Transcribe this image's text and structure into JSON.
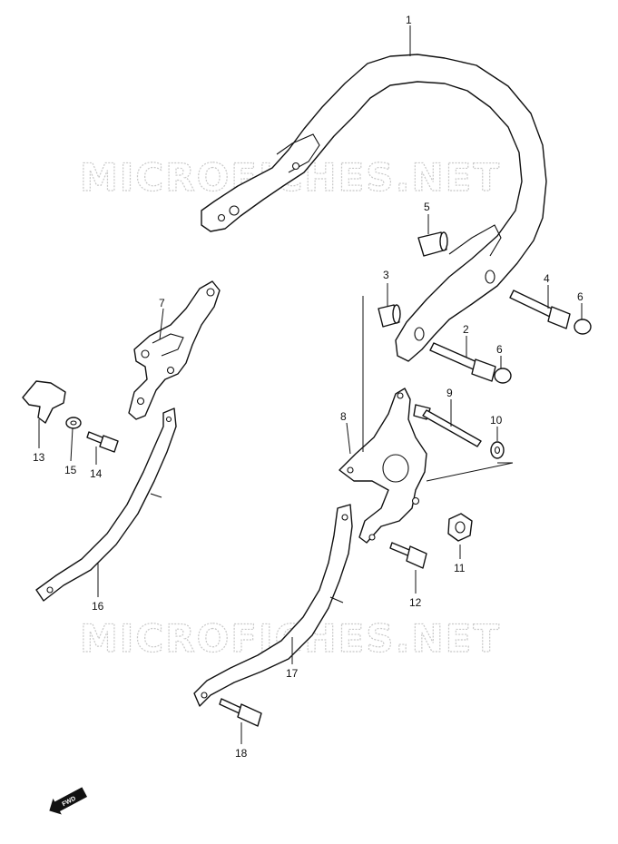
{
  "watermark": {
    "text": "MICROFICHES.NET"
  },
  "direction_badge": {
    "text": "FWD"
  },
  "callouts": [
    {
      "id": "1",
      "label": "1"
    },
    {
      "id": "2",
      "label": "2"
    },
    {
      "id": "3",
      "label": "3"
    },
    {
      "id": "4",
      "label": "4"
    },
    {
      "id": "5",
      "label": "5"
    },
    {
      "id": "6a",
      "label": "6"
    },
    {
      "id": "6b",
      "label": "6"
    },
    {
      "id": "7",
      "label": "7"
    },
    {
      "id": "8",
      "label": "8"
    },
    {
      "id": "9",
      "label": "9"
    },
    {
      "id": "10",
      "label": "10"
    },
    {
      "id": "11",
      "label": "11"
    },
    {
      "id": "12",
      "label": "12"
    },
    {
      "id": "13",
      "label": "13"
    },
    {
      "id": "14",
      "label": "14"
    },
    {
      "id": "15",
      "label": "15"
    },
    {
      "id": "16",
      "label": "16"
    },
    {
      "id": "17",
      "label": "17"
    },
    {
      "id": "18",
      "label": "18"
    }
  ]
}
